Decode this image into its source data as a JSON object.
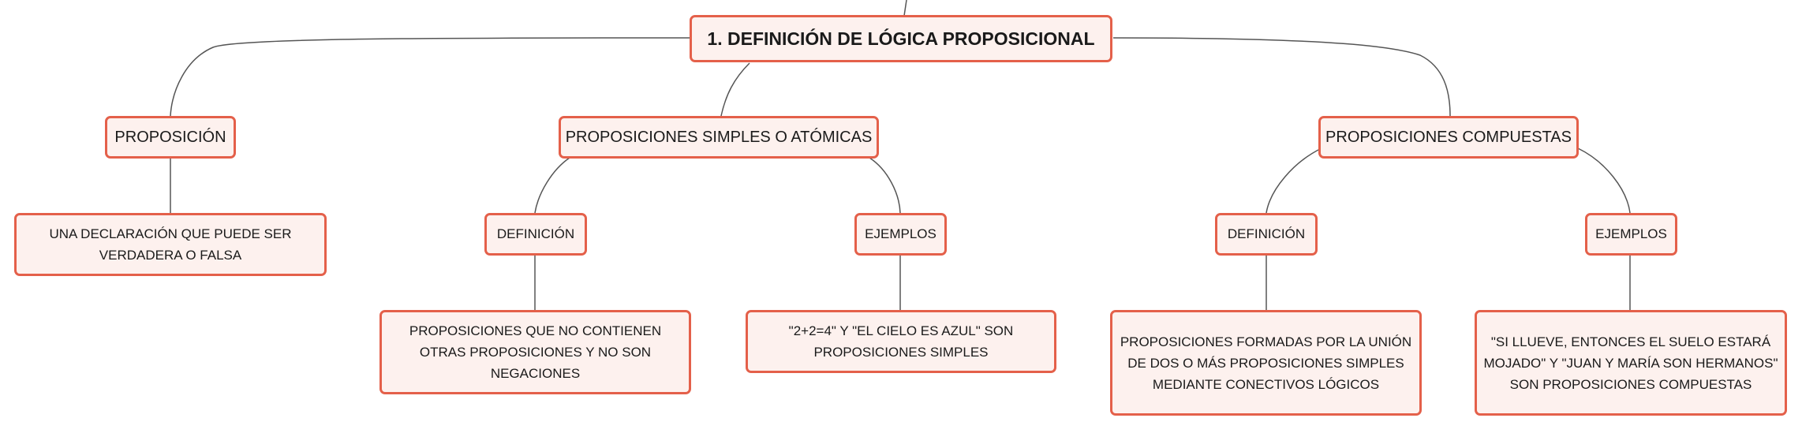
{
  "root": {
    "label": "1. DEFINICIÓN DE LÓGICA PROPOSICIONAL"
  },
  "proposicion": {
    "label": "PROPOSICIÓN",
    "leaf": [
      "UNA DECLARACIÓN QUE PUEDE SER",
      "VERDADERA O FALSA"
    ]
  },
  "simples": {
    "label": "PROPOSICIONES SIMPLES O ATÓMICAS",
    "definicion": {
      "label": "DEFINICIÓN",
      "leaf": [
        "PROPOSICIONES QUE NO CONTIENEN",
        "OTRAS PROPOSICIONES Y NO SON",
        "NEGACIONES"
      ]
    },
    "ejemplos": {
      "label": "EJEMPLOS",
      "leaf": [
        "\"2+2=4\" Y \"EL CIELO ES AZUL\" SON",
        "PROPOSICIONES SIMPLES"
      ]
    }
  },
  "compuestas": {
    "label": "PROPOSICIONES COMPUESTAS",
    "definicion": {
      "label": "DEFINICIÓN",
      "leaf": [
        "PROPOSICIONES FORMADAS POR LA UNIÓN",
        "DE DOS O MÁS PROPOSICIONES SIMPLES",
        "MEDIANTE CONECTIVOS LÓGICOS"
      ]
    },
    "ejemplos": {
      "label": "EJEMPLOS",
      "leaf": [
        "\"SI LLUEVE, ENTONCES EL SUELO ESTARÁ",
        "MOJADO\" Y \"JUAN Y MARÍA SON HERMANOS\"",
        "SON PROPOSICIONES COMPUESTAS"
      ]
    }
  }
}
